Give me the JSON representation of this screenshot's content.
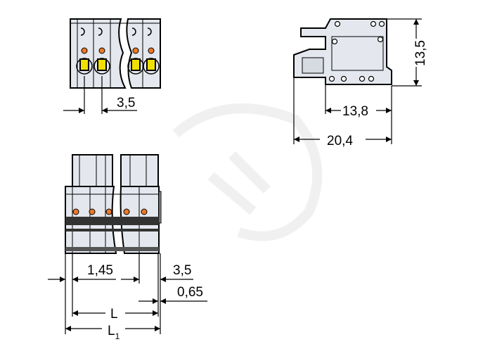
{
  "top_view": {
    "pitch_label": "3,5"
  },
  "side_view": {
    "height_label": "13,5",
    "depth_label": "13,8",
    "total_depth_label": "20,4"
  },
  "front_view": {
    "offset_label": "1,45",
    "pitch_label": "3,5",
    "edge_label": "0,65",
    "length_label": "L",
    "total_length_label": "L",
    "total_length_subscript": "1"
  },
  "colors": {
    "body": "#e4e8ee",
    "contact": "#f0e000",
    "release": "#e87a2a",
    "outline": "#000000"
  }
}
